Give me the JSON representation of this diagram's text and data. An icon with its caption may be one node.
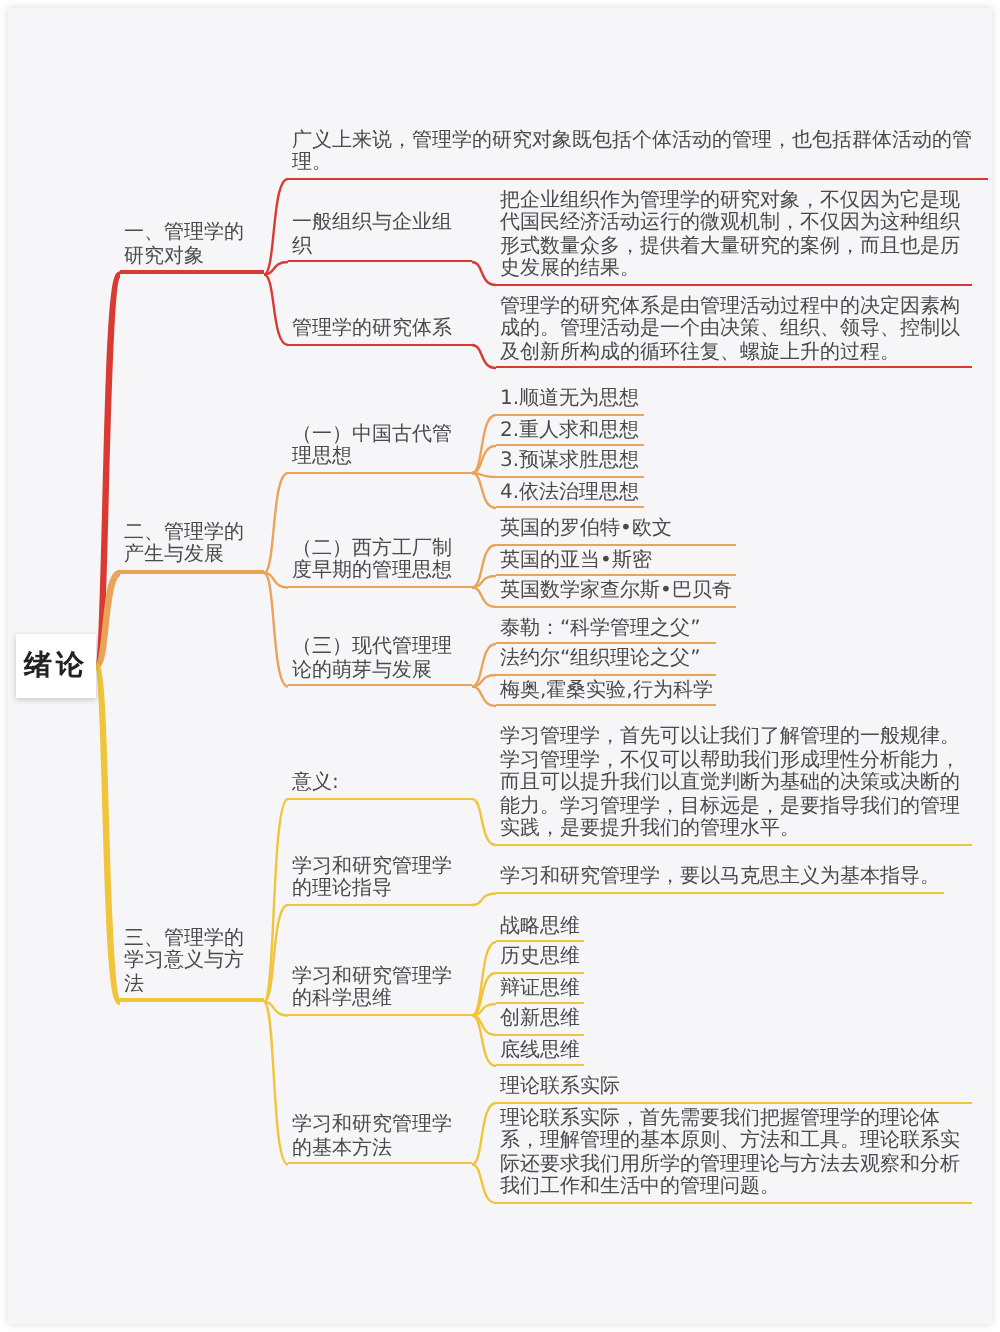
{
  "diagram": {
    "nodes": [
      {
        "text": [
          "绪论"
        ]
      },
      {
        "text": [
          "一、管理学的研究对象"
        ]
      },
      {
        "text": [
          "广义上来说，管理学的研究对象既包括个体活动的管理，也包括群体活动的管理。"
        ]
      },
      {
        "text": [
          "一般组织与企业组织"
        ]
      },
      {
        "text": [
          "把企业组织作为管理学的研究对象，不仅因为它是现代国民经济活动运行的微观机制，不仅因为这种组织形式数量众多，提供着大量研究的案例，而且也是历史发展的结果。"
        ]
      },
      {
        "text": [
          "管理学的研究体系"
        ]
      },
      {
        "text": [
          "管理学的研究体系是由管理活动过程中的决定因素构成的。管理活动是一个由决策、组织、领导、控制以及创新所构成的循环往复、螺旋上升的过程。"
        ]
      },
      {
        "text": [
          "二、管理学的产生与发展"
        ]
      },
      {
        "text": [
          "（一）中国古代管理思想"
        ]
      },
      {
        "text": [
          "1.顺道无为思想"
        ]
      },
      {
        "text": [
          "2.重人求和思想"
        ]
      },
      {
        "text": [
          "3.预谋求胜思想"
        ]
      },
      {
        "text": [
          "4.依法治理思想"
        ]
      },
      {
        "text": [
          "（二）西方工厂制度早期的管理思想"
        ]
      },
      {
        "text": [
          "英国的罗伯特•欧文"
        ]
      },
      {
        "text": [
          "英国的亚当•斯密"
        ]
      },
      {
        "text": [
          "英国数学家查尔斯•巴贝奇"
        ]
      },
      {
        "text": [
          "（三）现代管理理论的萌芽与发展"
        ]
      },
      {
        "text": [
          "泰勒：“科学管理之父”"
        ]
      },
      {
        "text": [
          "法约尔“组织理论之父”"
        ]
      },
      {
        "text": [
          "梅奥,霍桑实验,行为科学"
        ]
      },
      {
        "text": [
          "三、管理学的学习意义与方法"
        ]
      },
      {
        "text": [
          "意义:"
        ]
      },
      {
        "text": [
          "学习管理学，首先可以让我们了解管理的一般规律。学习管理学，不仅可以帮助我们形成理性分析能力，而且可以提升我们以直觉判断为基础的决策或决断的能力。学习管理学，目标远是，是要指导我们的管理实践，是要提升我们的管理水平。"
        ]
      },
      {
        "text": [
          "学习和研究管理学的理论指导"
        ]
      },
      {
        "text": [
          "学习和研究管理学，要以马克思主义为基本指导。"
        ]
      },
      {
        "text": [
          "学习和研究管理学的科学思维"
        ]
      },
      {
        "text": [
          "战略思维"
        ]
      },
      {
        "text": [
          "历史思维"
        ]
      },
      {
        "text": [
          "辩证思维"
        ]
      },
      {
        "text": [
          "创新思维"
        ]
      },
      {
        "text": [
          "底线思维"
        ]
      },
      {
        "text": [
          "学习和研究管理学的基本方法"
        ]
      },
      {
        "text": [
          "理论联系实际"
        ]
      },
      {
        "text": [
          "理论联系实际，首先需要我们把握管理学的理论体系，理解管理的基本原则、方法和工具。理论联系实际还要求我们用所学的管理理论与方法去观察和分析我们工作和生活中的管理问题。"
        ]
      }
    ],
    "edges": [
      {
        "from": 0,
        "to": 1,
        "arrow": "none",
        "style": "thick",
        "color": "#d93a32"
      },
      {
        "from": 1,
        "to": 2,
        "arrow": "none",
        "color": "#d93a32"
      },
      {
        "from": 1,
        "to": 3,
        "arrow": "none",
        "color": "#d93a32"
      },
      {
        "from": 3,
        "to": 4,
        "arrow": "none",
        "color": "#d93a32"
      },
      {
        "from": 1,
        "to": 5,
        "arrow": "none",
        "color": "#d93a32"
      },
      {
        "from": 5,
        "to": 6,
        "arrow": "none",
        "color": "#d93a32"
      },
      {
        "from": 0,
        "to": 7,
        "arrow": "none",
        "style": "thick"
      },
      {
        "from": 7,
        "to": 8,
        "arrow": "none"
      },
      {
        "from": 8,
        "to": 9,
        "arrow": "none"
      },
      {
        "from": 8,
        "to": 10,
        "arrow": "none"
      },
      {
        "from": 8,
        "to": 11,
        "arrow": "none"
      },
      {
        "from": 8,
        "to": 12,
        "arrow": "none"
      },
      {
        "from": 7,
        "to": 13,
        "arrow": "none"
      },
      {
        "from": 13,
        "to": 14,
        "arrow": "none"
      },
      {
        "from": 13,
        "to": 15,
        "arrow": "none"
      },
      {
        "from": 13,
        "to": 16,
        "arrow": "none"
      },
      {
        "from": 7,
        "to": 17,
        "arrow": "none"
      },
      {
        "from": 17,
        "to": 18,
        "arrow": "none"
      },
      {
        "from": 17,
        "to": 19,
        "arrow": "none"
      },
      {
        "from": 17,
        "to": 20,
        "arrow": "none"
      },
      {
        "from": 0,
        "to": 21,
        "arrow": "none",
        "style": "thick",
        "color": "#f0c53c"
      },
      {
        "from": 21,
        "to": 22,
        "arrow": "none",
        "color": "#f0c53c"
      },
      {
        "from": 22,
        "to": 23,
        "arrow": "none",
        "color": "#f0c53c"
      },
      {
        "from": 21,
        "to": 24,
        "arrow": "none",
        "color": "#f0c53c"
      },
      {
        "from": 24,
        "to": 25,
        "arrow": "none",
        "color": "#f0c53c"
      },
      {
        "from": 21,
        "to": 26,
        "arrow": "none",
        "color": "#f0c53c"
      },
      {
        "from": 26,
        "to": 27,
        "arrow": "none",
        "color": "#f0c53c"
      },
      {
        "from": 26,
        "to": 28,
        "arrow": "none",
        "color": "#f0c53c"
      },
      {
        "from": 26,
        "to": 29,
        "arrow": "none",
        "color": "#f0c53c"
      },
      {
        "from": 26,
        "to": 30,
        "arrow": "none",
        "color": "#f0c53c"
      },
      {
        "from": 26,
        "to": 31,
        "arrow": "none",
        "color": "#f0c53c"
      },
      {
        "from": 21,
        "to": 32,
        "arrow": "none",
        "color": "#f0c53c"
      },
      {
        "from": 32,
        "to": 33,
        "arrow": "none",
        "color": "#f0c53c"
      },
      {
        "from": 32,
        "to": 34,
        "arrow": "none",
        "color": "#f0c53c"
      }
    ]
  }
}
